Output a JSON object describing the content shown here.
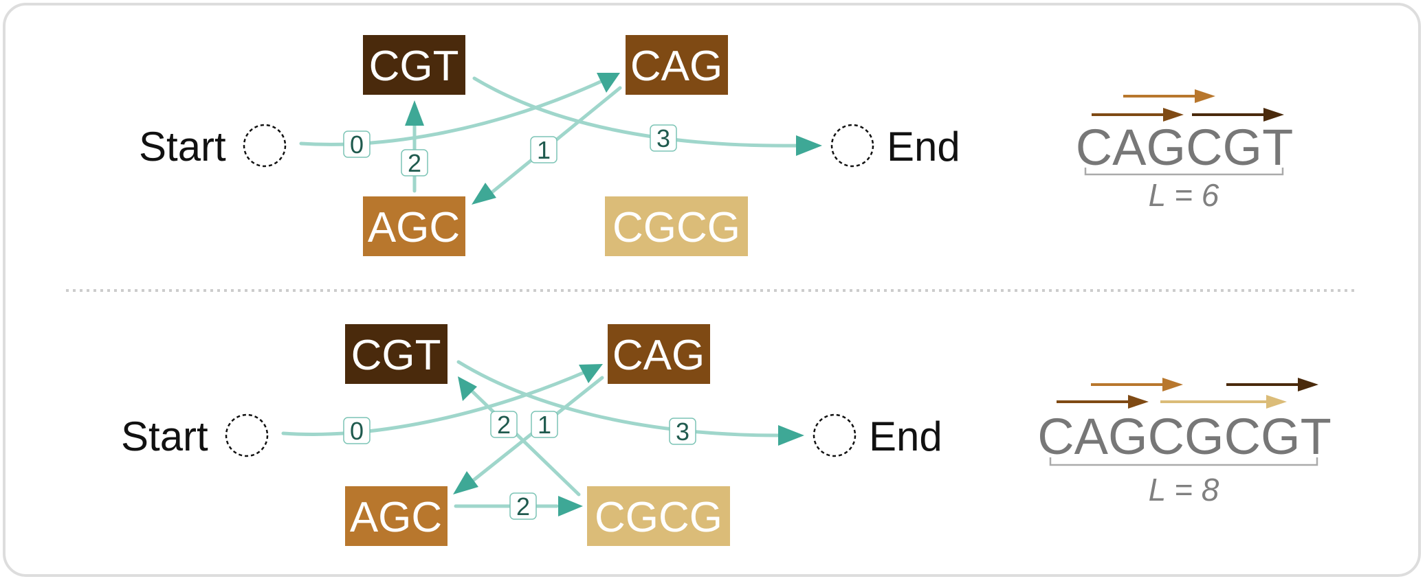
{
  "colors": {
    "CGT": "#4a2a0c",
    "CAG": "#7f4a14",
    "AGC": "#b8772d",
    "CGCG": "#dbbc78",
    "edge": "#9fd6cb",
    "arrow": "#3ea896"
  },
  "panels": [
    {
      "start_label": "Start",
      "end_label": "End",
      "nodes": [
        "CGT",
        "CAG",
        "AGC",
        "CGCG"
      ],
      "edge_labels": [
        "0",
        "1",
        "2",
        "3"
      ],
      "sequence": "CAGCGT",
      "length_label": "L = 6"
    },
    {
      "start_label": "Start",
      "end_label": "End",
      "nodes": [
        "CGT",
        "CAG",
        "AGC",
        "CGCG"
      ],
      "edge_labels": [
        "0",
        "1",
        "2",
        "2",
        "3"
      ],
      "sequence": "CAGCGCGT",
      "length_label": "L = 8"
    }
  ]
}
